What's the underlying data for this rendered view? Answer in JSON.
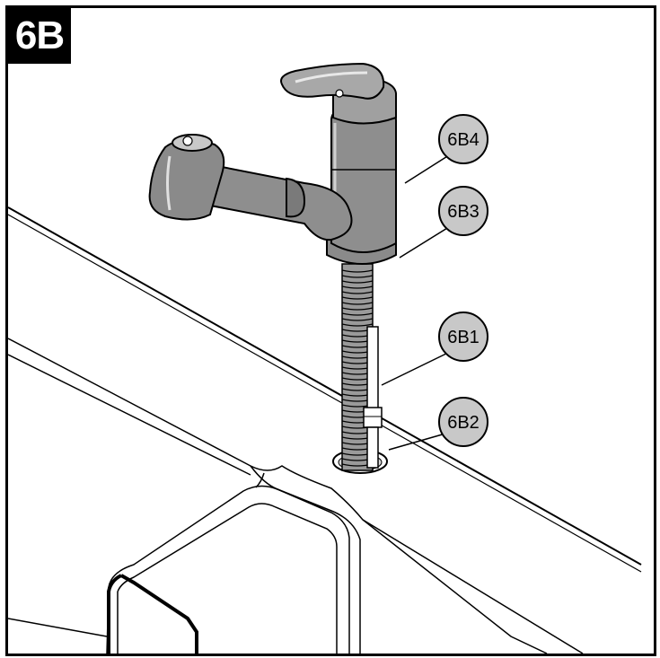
{
  "step": {
    "label": "6B"
  },
  "callouts": [
    {
      "id": "6B4",
      "label": "6B4"
    },
    {
      "id": "6B3",
      "label": "6B3"
    },
    {
      "id": "6B1",
      "label": "6B1"
    },
    {
      "id": "6B2",
      "label": "6B2"
    }
  ],
  "colors": {
    "callout_fill": "#c8c8c8",
    "line": "#000000",
    "background": "#ffffff"
  }
}
